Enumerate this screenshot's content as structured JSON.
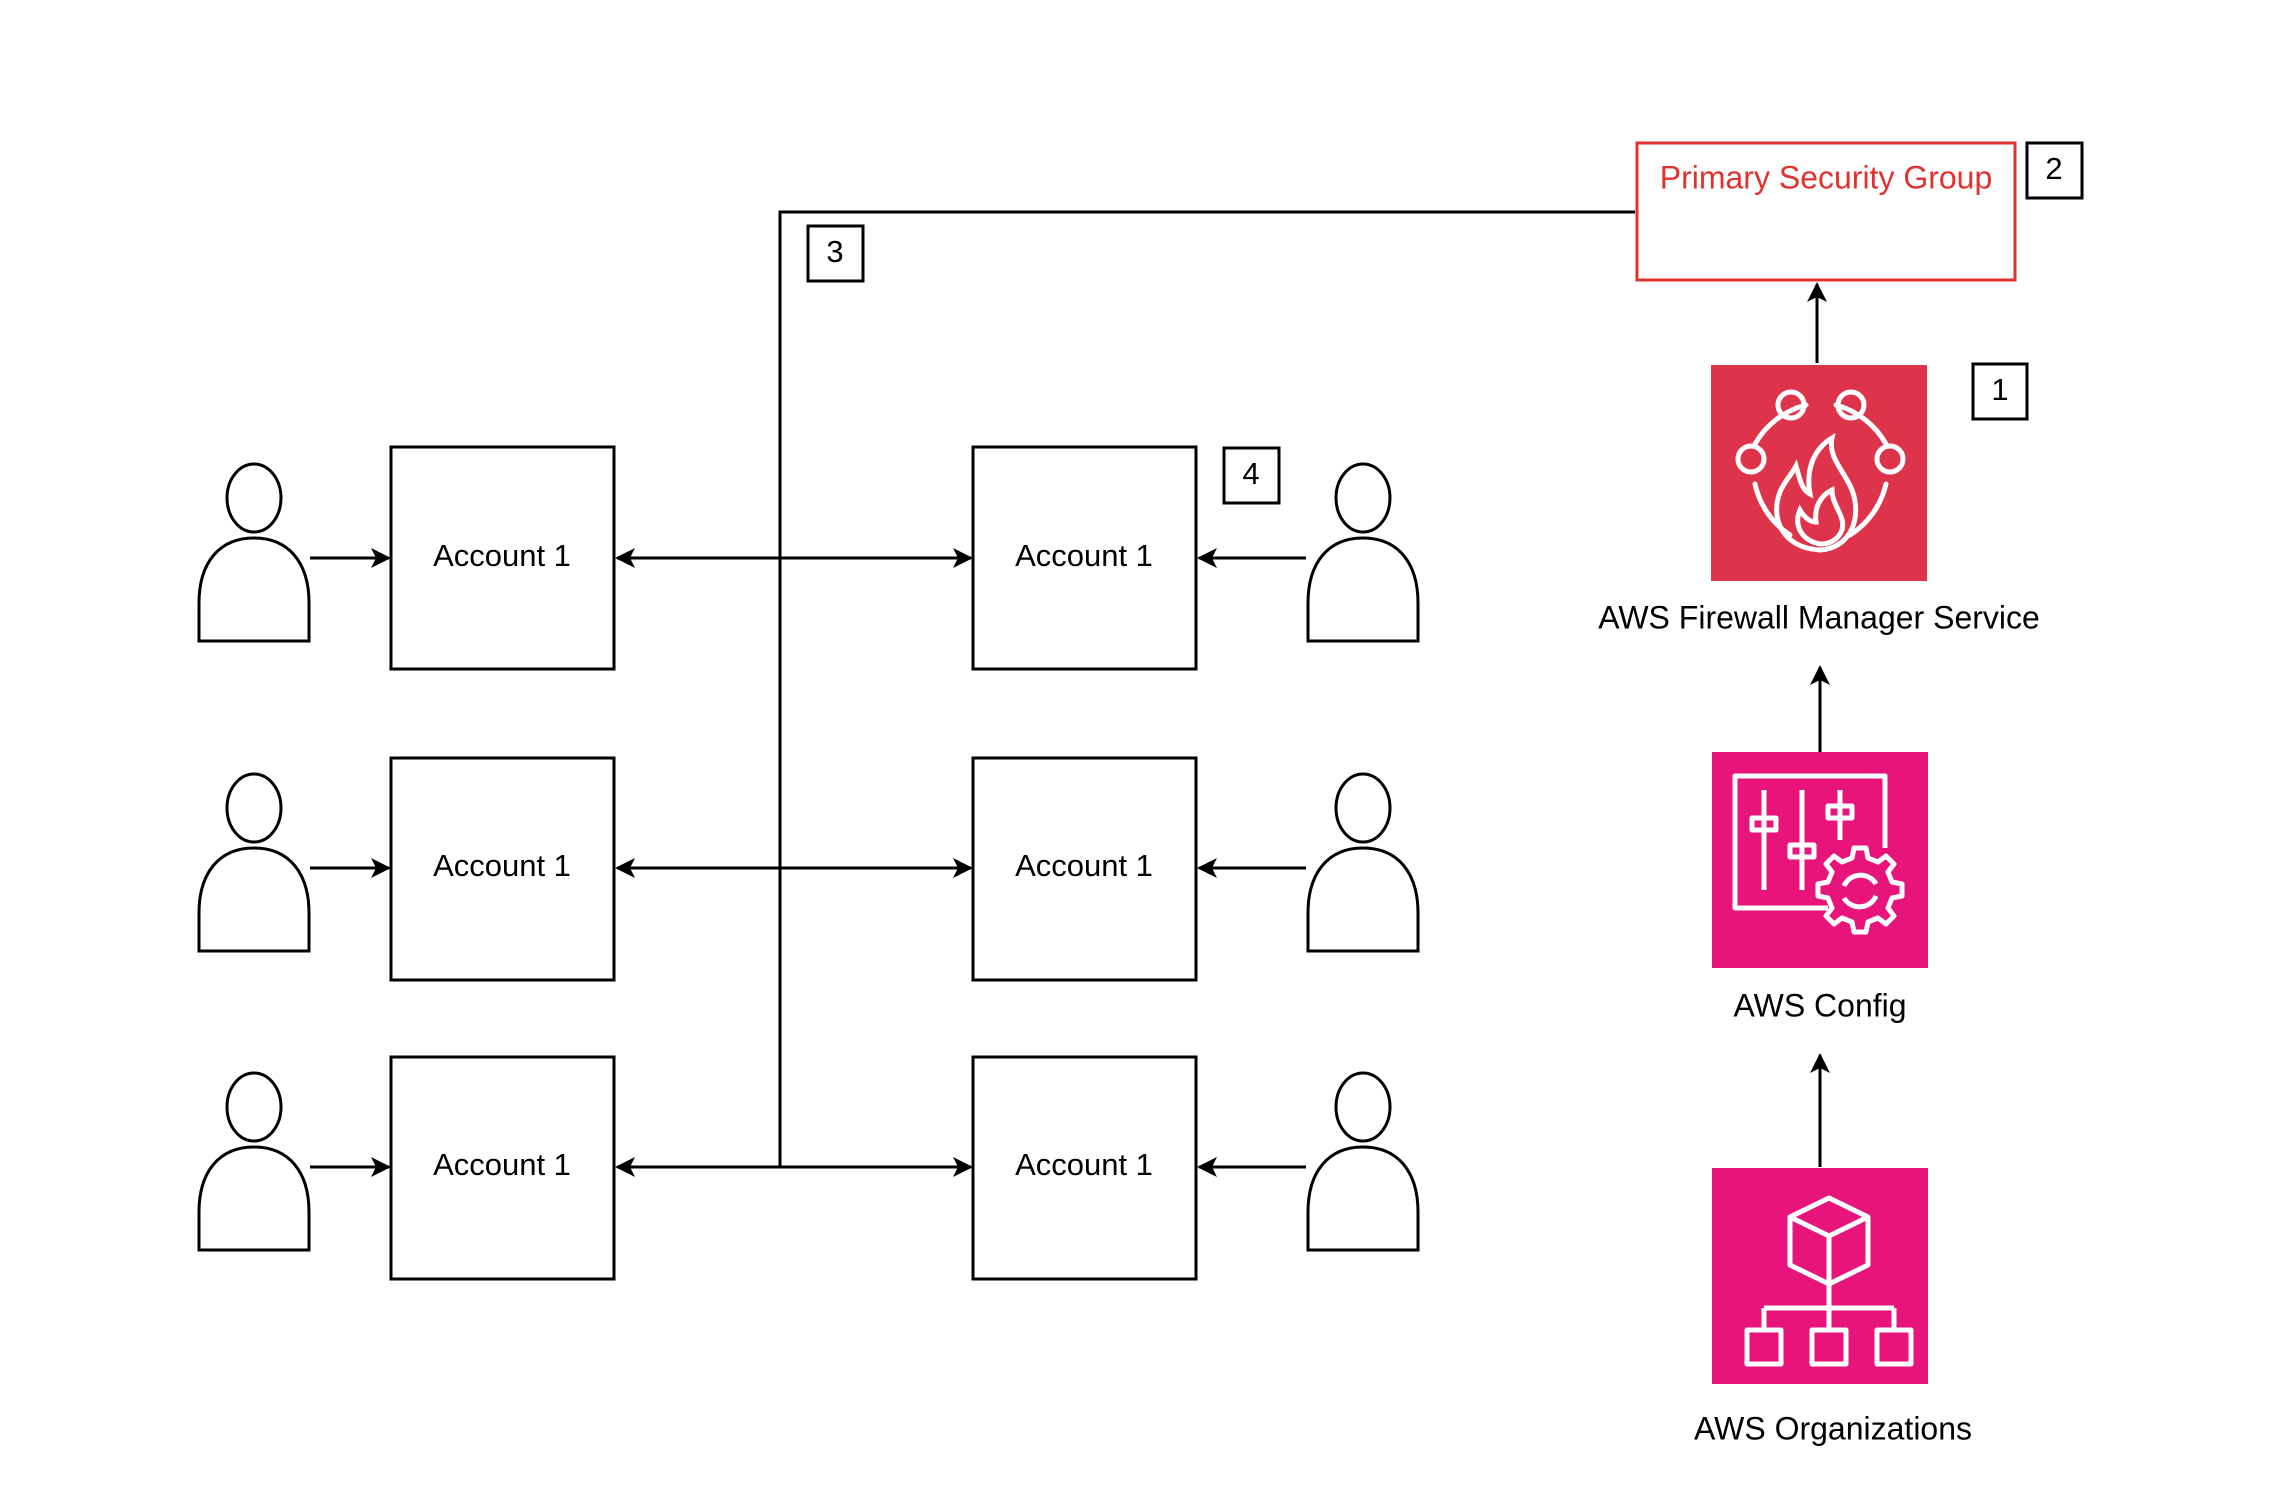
{
  "diagram": {
    "accounts": {
      "left": [
        "Account 1",
        "Account 1",
        "Account 1"
      ],
      "right": [
        "Account 1",
        "Account 1",
        "Account 1"
      ]
    },
    "services": {
      "firewall_manager": "AWS Firewall Manager Service",
      "config": "AWS Config",
      "organizations": "AWS Organizations"
    },
    "security_group": "Primary Security Group",
    "badges": {
      "b1": "1",
      "b2": "2",
      "b3": "3",
      "b4": "4"
    },
    "colors": {
      "firewall_manager": "#dd344c",
      "config": "#e7157b",
      "organizations": "#e7157b",
      "security_group_border": "#e0322e",
      "security_group_text": "#e0322e",
      "lines": "#000000"
    },
    "icons": {
      "users": "user-silhouette-icon",
      "firewall_manager": "firewall-manager-icon",
      "config": "config-icon",
      "organizations": "organizations-icon"
    }
  }
}
